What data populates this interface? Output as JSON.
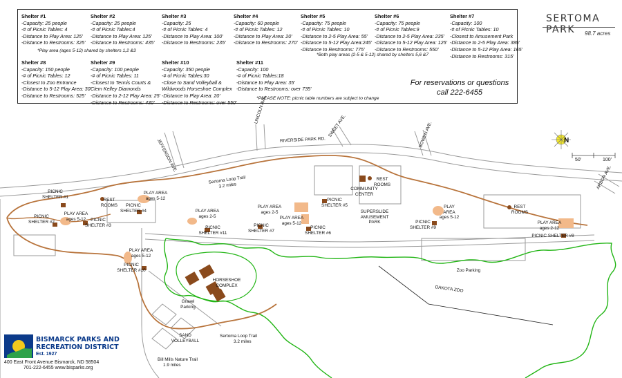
{
  "park": {
    "title": "SERTOMA PARK",
    "acres": "98.7 acres"
  },
  "shelters": [
    {
      "title": "Shelter #1",
      "lines": [
        "-Capacity: 25 people",
        "-# of Picnic Tables: 4",
        "-Distance to Play Area: 125'",
        "-Distance to Restrooms: 325'"
      ]
    },
    {
      "title": "Shelter #2",
      "lines": [
        "-Capacity: 25 people",
        "-# of Picnic Tables:4",
        "-Distance to Play Area: 125'",
        "-Distance to Restrooms: 435'"
      ]
    },
    {
      "title": "Shelter #3",
      "lines": [
        "-Capacity: 25",
        "-# of Picnic Tables: 4",
        "-Distance to Play Area: 100'",
        "-Distance to Restrooms: 235'"
      ]
    },
    {
      "title": "Shelter #4",
      "lines": [
        "-Capacity: 60 people",
        "-# of Picnic Tables: 12",
        "-Distance to Play Area: 20'",
        "-Distance to Restrooms: 270'"
      ]
    },
    {
      "title": "Shelter #5",
      "lines": [
        "-Capacity: 75 people",
        "-# of Picnic Tables: 10",
        "-Distance to 2-5 Play Area: 55'",
        "-Distance to 5-12 Play Area:245'",
        "-Distance to Restrooms: 775'"
      ]
    },
    {
      "title": "Shelter #6",
      "lines": [
        "-Capacity: 75 people",
        "-# of Picnic Tables:9",
        "-Distance to 2-5 Play Area: 235'",
        "-Distance to 5-12 Play Area: 125'",
        "-Distance to Restrooms: 550'"
      ]
    },
    {
      "title": "Shelter #7",
      "lines": [
        "-Capacity: 100",
        "-# of Picnic Tables: 10",
        "-Closest to Amusement Park",
        "-Distance to 2-5 Play Area: 385'",
        "-Distance to 5-12 Play Area: 165'",
        "-Distance to Restrooms: 315'"
      ]
    },
    {
      "title": "Shelter #8",
      "lines": [
        "-Capacity: 150 people",
        "-# of Picnic Tables: 12",
        "-Closest to Zoo Entrance",
        "-Distance to 5-12 Play Area: 30'",
        "-Distance to Restrooms: 525'"
      ]
    },
    {
      "title": "Shelter #9",
      "lines": [
        "-Capacity: 100 people",
        "-# of Picnic Tables: 11",
        "-Closest to Tennis Courts &",
        "Clem Kelley Diamonds",
        "-Distance to 2-12 Play Area: 25'",
        "-Distance to Restrooms: 430'"
      ]
    },
    {
      "title": "Shelter #10",
      "lines": [
        "-Capacity: 350 people",
        "-# of Picnic Tables:30",
        "-Close to Sand Volleyball &",
        "Wildwoods Horseshoe Complex",
        "-Distance to Play Area: 20'",
        "-Distance to Restrooms: over 550'"
      ]
    },
    {
      "title": "Shelter #11",
      "lines": [
        "-Capacity: 100",
        "-# of Picnic Tables:18",
        "-Distance to Play Area: 35'",
        "-Distance to Restrooms: over 735'"
      ]
    }
  ],
  "notes": {
    "play_shared_123": "*Play area (ages 5-12) shared by shelters 1,2 &3",
    "play_shared_567": "*Both play areas (2-5 & 5-12) shared by shelters 5,6 &7",
    "please_note": "*PLEASE NOTE: picnic table numbers are subject to change"
  },
  "reservations": {
    "line1": "For reservations or questions",
    "line2": "call 222-6455"
  },
  "north": {
    "letter": "N",
    "scale_a": "50'",
    "scale_b": "100'"
  },
  "streets": {
    "jefferson": "JEFFERSON AVE.",
    "lincoln": "LINCOLN AVE.",
    "riverside": "RIVERSIDE PARK RD.",
    "sweet": "SWEET AVE.",
    "bowen": "BOWEN AVE.",
    "arbor": "ARBOR AVE."
  },
  "map_labels": {
    "loop_trail_1": "Sertoma Loop Trail",
    "loop_trail_1b": "3.2 miles",
    "loop_trail_2": "Sertoma Loop Trail",
    "loop_trail_2b": "3.2 miles",
    "nature_trail": "Bill Mills Nature Trail",
    "nature_trail_b": "1.9 miles",
    "dakota_zoo": "DAKOTA ZOO",
    "zoo_parking": "Zoo Parking",
    "gravel_parking": "Gravel",
    "gravel_parking_b": "Parking",
    "sand_volleyball": "SAND",
    "sand_volleyball_b": "VOLLEYBALL",
    "horseshoe": "HORSESHOE",
    "horseshoe_b": "COMPLEX",
    "community_center": "COMMUNITY",
    "community_center_b": "CENTER",
    "superslide": "SUPERSLIDE",
    "superslide_b": "AMUSEMENT",
    "superslide_c": "PARK",
    "rest_rooms_1": "REST",
    "rest_rooms_1b": "ROOMS",
    "rest_rooms_2": "REST",
    "rest_rooms_2b": "ROOMS",
    "rest_rooms_3": "REST",
    "rest_rooms_3b": "ROOMS",
    "picnic_shelter_1": "PICNIC",
    "picnic_shelter_1b": "SHELTER #1",
    "picnic_shelter_2": "PICNIC",
    "picnic_shelter_2b": "SHELTER #2",
    "picnic_shelter_3": "PICNIC",
    "picnic_shelter_3b": "SHELTER #3",
    "picnic_shelter_4": "PICNIC",
    "picnic_shelter_4b": "SHELTER #4",
    "picnic_shelter_5": "PICNIC",
    "picnic_shelter_5b": "SHELTER #5",
    "picnic_shelter_6": "PICNIC",
    "picnic_shelter_6b": "SHELTER #6",
    "picnic_shelter_7": "PICNIC",
    "picnic_shelter_7b": "SHELTER #7",
    "picnic_shelter_8": "PICNIC SHELTER #8",
    "picnic_shelter_9": "PICNIC",
    "picnic_shelter_9b": "SHELTER #9",
    "picnic_shelter_10": "PICNIC",
    "picnic_shelter_10b": "SHELTER #10",
    "picnic_shelter_11": "PICNIC",
    "picnic_shelter_11b": "SHELTER #11",
    "play_area_1": "PLAY AREA",
    "play_area_1b": "ages 5-12",
    "play_area_2": "PLAY AREA",
    "play_area_2b": "ages 5-12",
    "play_area_3": "PLAY AREA",
    "play_area_3b": "ages 2-5",
    "play_area_4": "PLAY AREA",
    "play_area_4b": "ages 2-5",
    "play_area_5": "PLAY AREA",
    "play_area_5b": "ages 5-12",
    "play_area_6": "PLAY",
    "play_area_6b": "AREA",
    "play_area_6c": "ages 5-12",
    "play_area_7": "PLAY AREA",
    "play_area_7b": "ages 2-12",
    "play_area_8": "PLAY AREA",
    "play_area_8b": "ages 5-12"
  },
  "org": {
    "name_line1": "BISMARCK PARKS AND",
    "name_line2": "RECREATION DISTRICT",
    "est": "Est. 1927",
    "address": "400 East Front Avenue  Bismarck, ND 58504",
    "phone_web": "701-222-6455     www.bisparks.org"
  },
  "colors": {
    "trail": "#b8743c",
    "shelter": "#8a4a1c",
    "play_area": "#f2b98a",
    "green_border": "#22b515",
    "road": "#9a9a9a",
    "logo_blue": "#0b3a8a",
    "logo_gold": "#f3c81c"
  }
}
